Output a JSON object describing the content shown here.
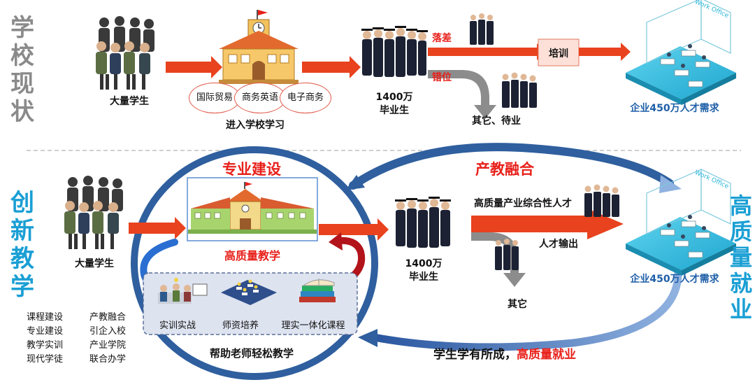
{
  "top": {
    "side_label": [
      "学",
      "校",
      "现",
      "状"
    ],
    "students_label": "大量学生",
    "school_label": "进入学校学习",
    "majors": [
      [
        "国际",
        "贸易"
      ],
      [
        "商务",
        "英语"
      ],
      [
        "电子",
        "商务"
      ]
    ],
    "grads_label": [
      "1400万",
      "毕业生"
    ],
    "gap_label": "落差",
    "mismatch_label": "错位",
    "training_label": "培训",
    "other_label": "其它、待业",
    "demand_label": "企业450万人才需求"
  },
  "bottom": {
    "side_label_left": [
      "创",
      "新",
      "教",
      "学"
    ],
    "side_label_right": [
      "高",
      "质",
      "量",
      "就",
      "业"
    ],
    "students_label": "大量学生",
    "major_building_title": "专业建设",
    "teaching_label": "高质量教学",
    "integration_title": "产教融合",
    "panel_items": [
      "实训实战",
      "师资培养",
      "理实一体化课程"
    ],
    "help_label": "帮助老师轻松教学",
    "list_left": [
      "课程建设",
      "专业建设",
      "教学实训",
      "现代学徒"
    ],
    "list_right": [
      "产教融合",
      "引企入校",
      "产业学院",
      "联合办学"
    ],
    "grads_label": [
      "1400万",
      "毕业生"
    ],
    "talent_label": "高质量产业综合性人才",
    "output_label": "人才输出",
    "other_label": "其它",
    "demand_label": "企业450万人才需求",
    "result_prefix": "学生学有所成，",
    "result_highlight": "高质量就业"
  },
  "office_caption": "Work Office",
  "colors": {
    "accent_red": "#e8201a",
    "accent_blue": "#1f5fa8",
    "circle_blue": "#2f5f9e",
    "gray_text": "#8a8a8a",
    "teal": "#29b6d9"
  }
}
